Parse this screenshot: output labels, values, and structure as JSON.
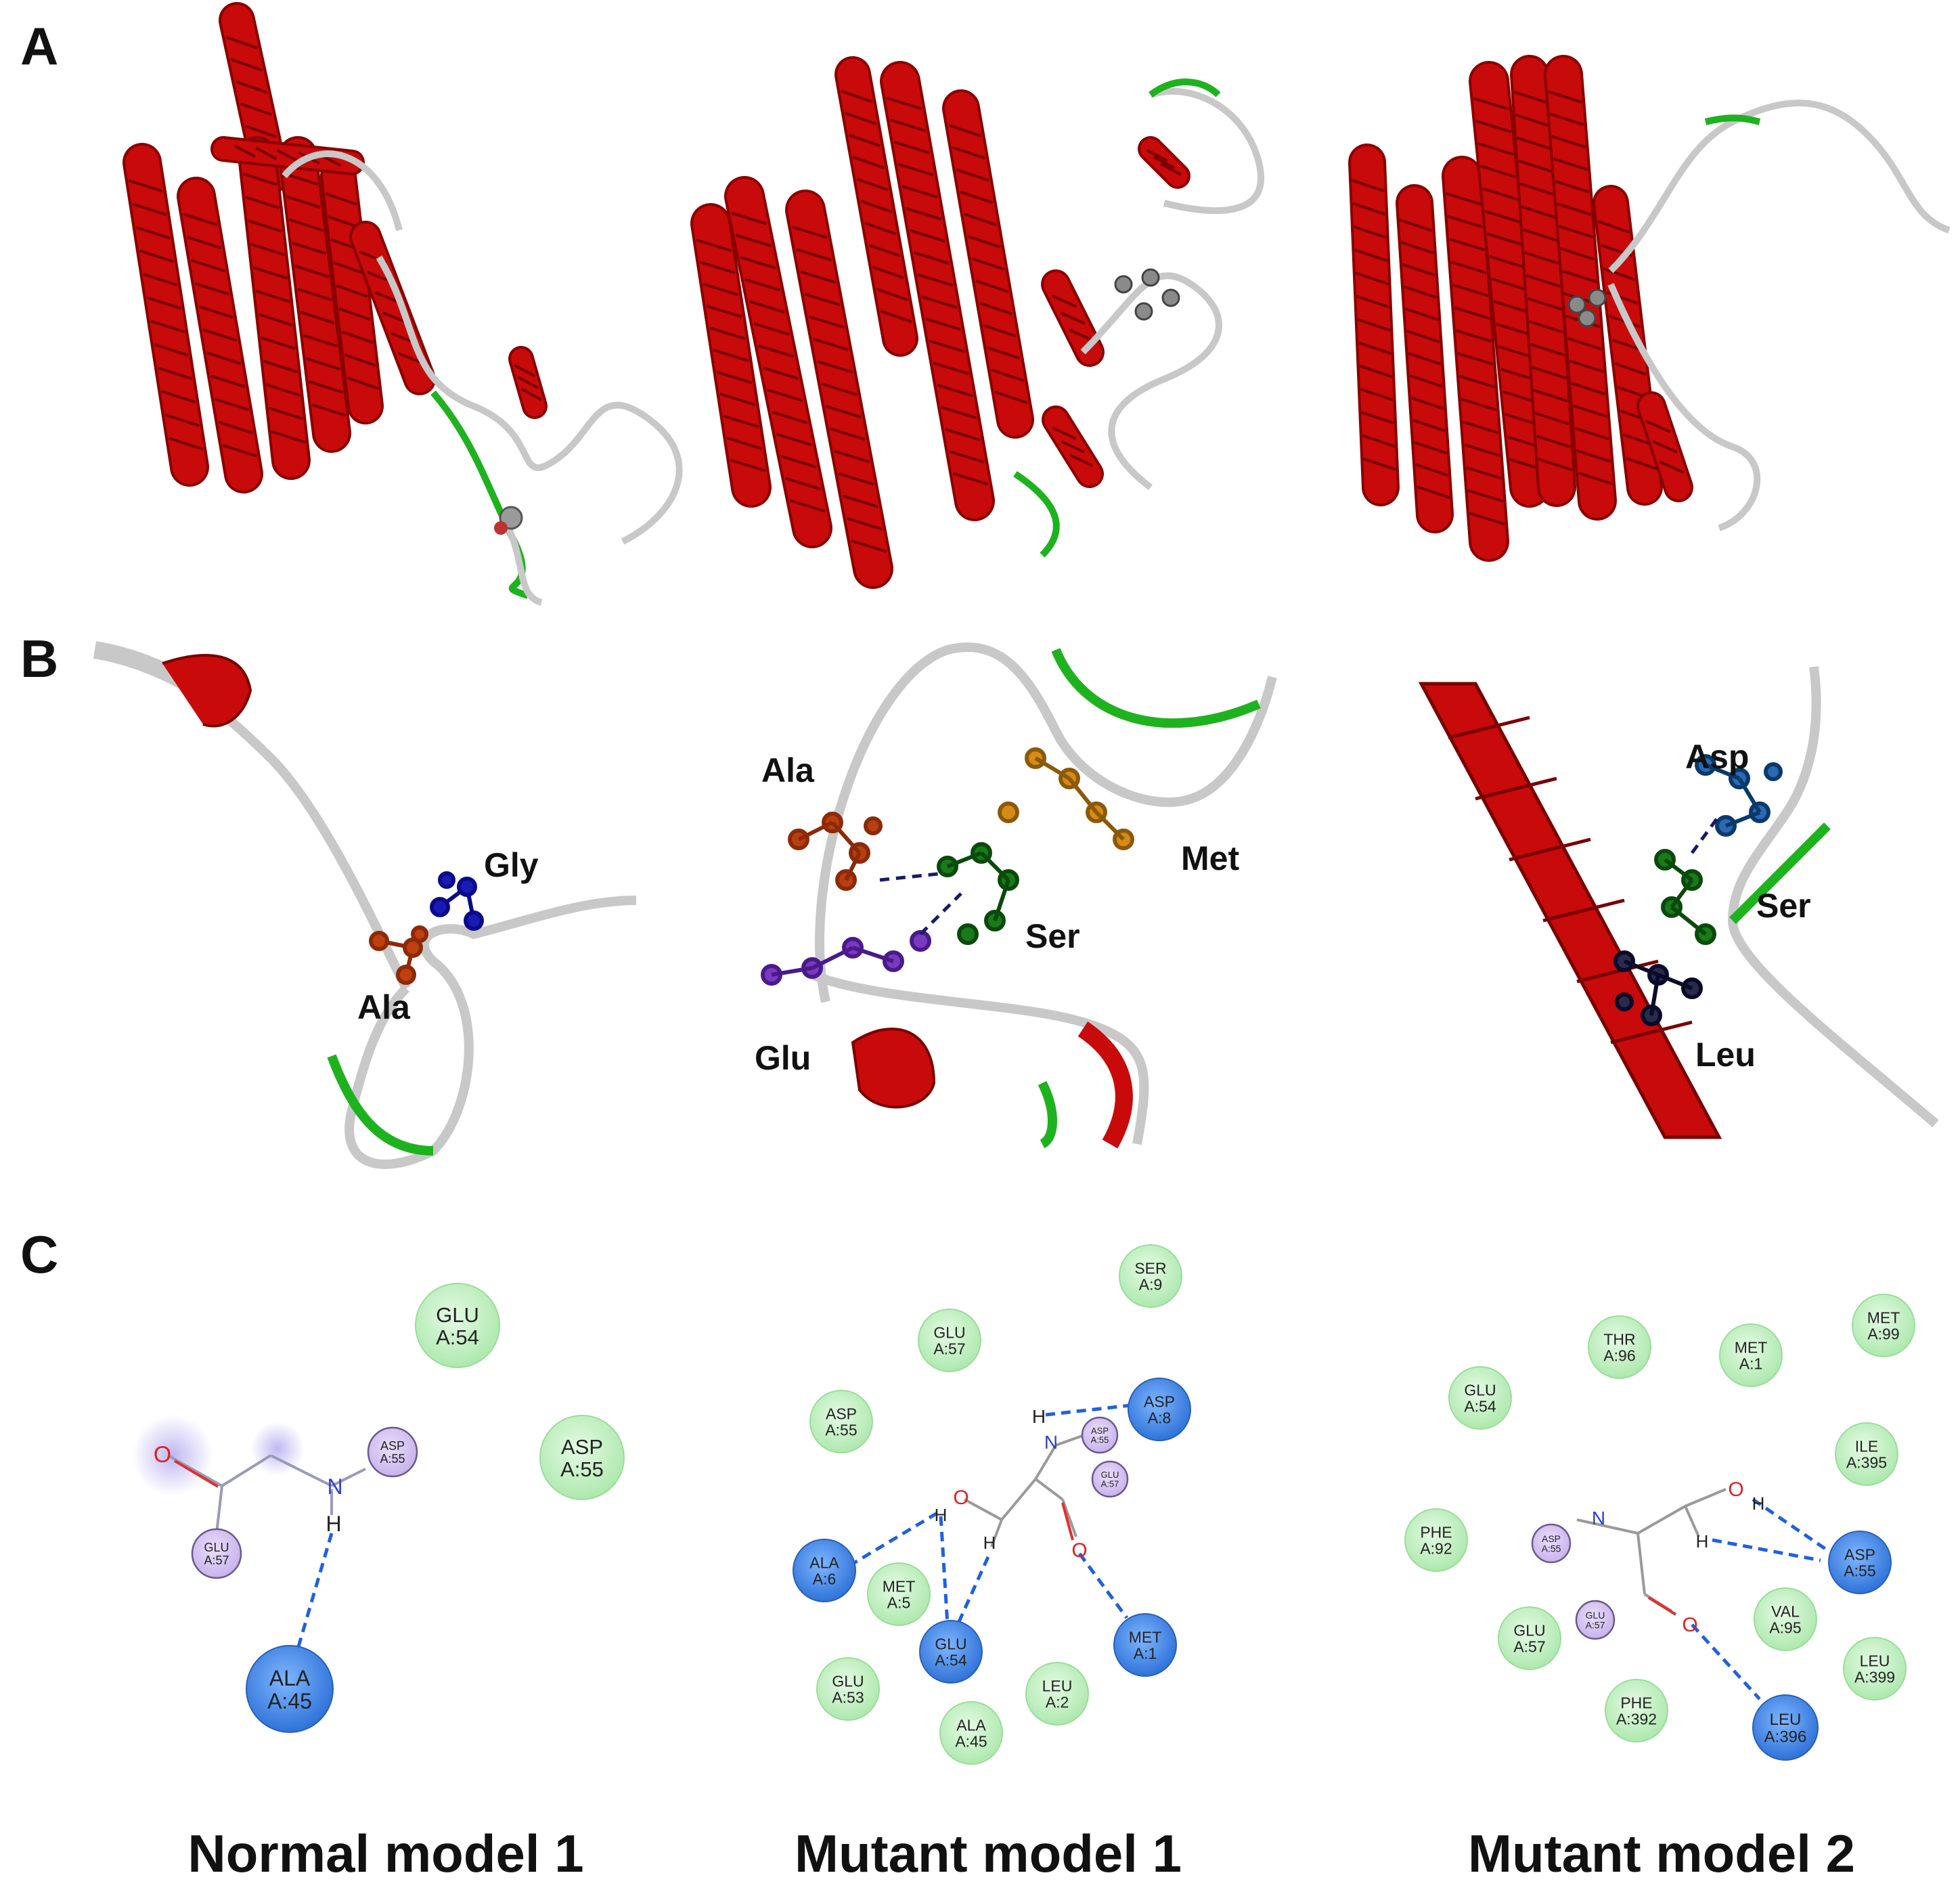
{
  "panels": {
    "a": "A",
    "b": "B",
    "c": "C"
  },
  "captions": [
    "Normal model 1",
    "Mutant model 1",
    "Mutant model 2"
  ],
  "panel_b": {
    "normal": [
      "Gly",
      "Ala"
    ],
    "mutant1": [
      "Ala",
      "Met",
      "Ser",
      "Glu"
    ],
    "mutant2": [
      "Asp",
      "Ser",
      "Leu"
    ]
  },
  "panel_c": {
    "normal": {
      "nodes": [
        {
          "id": "n1",
          "l1": "GLU",
          "l2": "A:54",
          "type": "green",
          "size": "md"
        },
        {
          "id": "n2",
          "l1": "ASP",
          "l2": "A:55",
          "type": "green",
          "size": "md"
        },
        {
          "id": "n3",
          "l1": "ASP",
          "l2": "A:55",
          "type": "purple",
          "size": "sm"
        },
        {
          "id": "n4",
          "l1": "GLU",
          "l2": "A:57",
          "type": "purple",
          "size": "sm"
        },
        {
          "id": "n5",
          "l1": "ALA",
          "l2": "A:45",
          "type": "blue",
          "size": "lg"
        }
      ],
      "atoms": [
        "O",
        "N",
        "H"
      ]
    },
    "mutant1": {
      "nodes": [
        {
          "id": "m1",
          "l1": "SER",
          "l2": "A:9",
          "type": "green"
        },
        {
          "id": "m2",
          "l1": "GLU",
          "l2": "A:57",
          "type": "green"
        },
        {
          "id": "m3",
          "l1": "ASP",
          "l2": "A:8",
          "type": "blue"
        },
        {
          "id": "m4",
          "l1": "ASP",
          "l2": "A:55",
          "type": "green"
        },
        {
          "id": "m5",
          "l1": "ASP",
          "l2": "A:55",
          "type": "purple"
        },
        {
          "id": "m6",
          "l1": "GLU",
          "l2": "A:57",
          "type": "purple"
        },
        {
          "id": "m7",
          "l1": "ALA",
          "l2": "A:6",
          "type": "blue"
        },
        {
          "id": "m8",
          "l1": "MET",
          "l2": "A:5",
          "type": "green"
        },
        {
          "id": "m9",
          "l1": "GLU",
          "l2": "A:54",
          "type": "blue"
        },
        {
          "id": "m10",
          "l1": "MET",
          "l2": "A:1",
          "type": "blue"
        },
        {
          "id": "m11",
          "l1": "GLU",
          "l2": "A:53",
          "type": "green"
        },
        {
          "id": "m12",
          "l1": "LEU",
          "l2": "A:2",
          "type": "green"
        },
        {
          "id": "m13",
          "l1": "ALA",
          "l2": "A:45",
          "type": "green"
        }
      ],
      "atoms": [
        "H",
        "N",
        "O",
        "H",
        "H",
        "O"
      ]
    },
    "mutant2": {
      "nodes": [
        {
          "id": "k1",
          "l1": "THR",
          "l2": "A:96",
          "type": "green"
        },
        {
          "id": "k2",
          "l1": "MET",
          "l2": "A:1",
          "type": "green"
        },
        {
          "id": "k3",
          "l1": "MET",
          "l2": "A:99",
          "type": "green"
        },
        {
          "id": "k4",
          "l1": "GLU",
          "l2": "A:54",
          "type": "green"
        },
        {
          "id": "k5",
          "l1": "ILE",
          "l2": "A:395",
          "type": "green"
        },
        {
          "id": "k6",
          "l1": "PHE",
          "l2": "A:92",
          "type": "green"
        },
        {
          "id": "k7",
          "l1": "ASP",
          "l2": "A:55",
          "type": "purple"
        },
        {
          "id": "k8",
          "l1": "ASP",
          "l2": "A:55",
          "type": "blue"
        },
        {
          "id": "k9",
          "l1": "GLU",
          "l2": "A:57",
          "type": "purple"
        },
        {
          "id": "k10",
          "l1": "GLU",
          "l2": "A:57",
          "type": "green"
        },
        {
          "id": "k11",
          "l1": "VAL",
          "l2": "A:95",
          "type": "green"
        },
        {
          "id": "k12",
          "l1": "LEU",
          "l2": "A:399",
          "type": "green"
        },
        {
          "id": "k13",
          "l1": "PHE",
          "l2": "A:392",
          "type": "green"
        },
        {
          "id": "k14",
          "l1": "LEU",
          "l2": "A:396",
          "type": "blue"
        }
      ],
      "atoms": [
        "N",
        "O",
        "H",
        "H",
        "O"
      ]
    }
  },
  "colors": {
    "helix": "#c80a0a",
    "coil": "#c8c8c8",
    "turn": "#1fb21f",
    "hbond": "#2060e0",
    "green_node": "#c4f0c4",
    "blue_node": "#3f86ea",
    "purple_node": "#d2bff0"
  }
}
